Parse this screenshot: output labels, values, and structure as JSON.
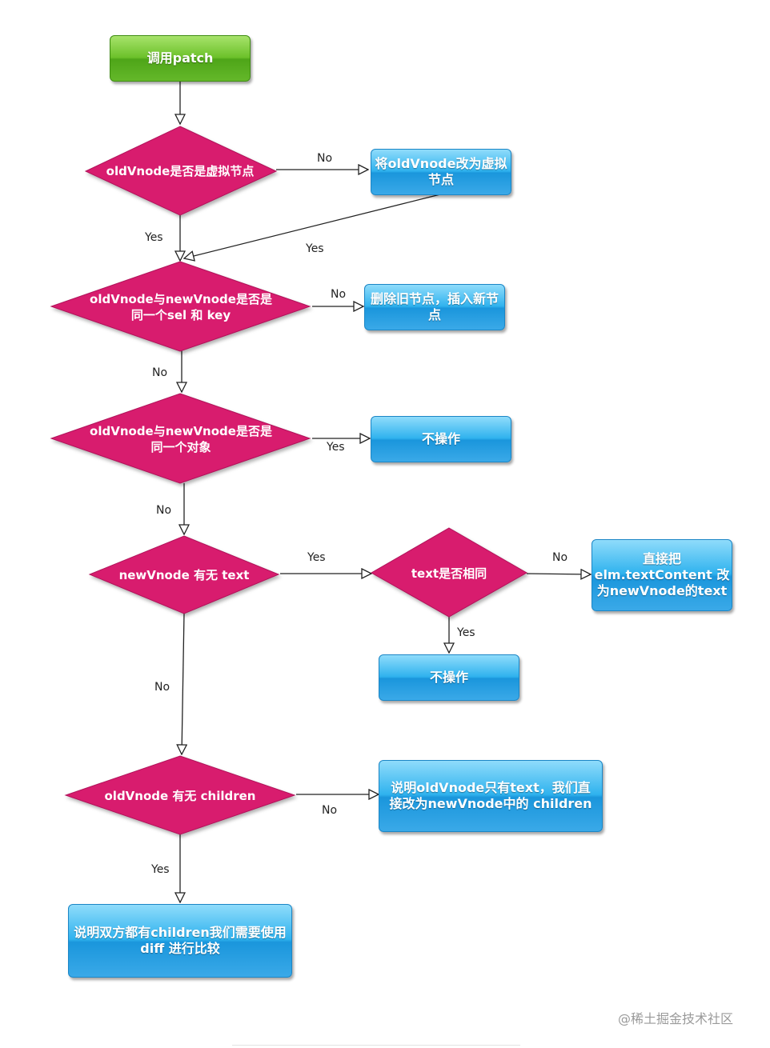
{
  "nodes": {
    "start": "调用patch",
    "d1": "oldVnode是否是虚拟节点",
    "b1": "将oldVnode改为虚拟节点",
    "d2": "oldVnode与newVnode是否是同一个sel 和 key",
    "b2": "删除旧节点，插入新节点",
    "d3": "oldVnode与newVnode是否是同一个对象",
    "b3": "不操作",
    "d4": "newVnode 有无 text",
    "d5": "text是否相同",
    "b4": "直接把elm.textContent 改为newVnode的text",
    "b5": "不操作",
    "d6": "oldVnode 有无 children",
    "b6": "说明oldVnode只有text，我们直接改为newVnode中的 children",
    "b7": "说明双方都有children我们需要使用diff 进行比较"
  },
  "edge_labels": {
    "d1_no": "No",
    "d1_yes": "Yes",
    "b1_yes": "Yes",
    "d2_no": "No",
    "d2_down": "No",
    "d3_yes": "Yes",
    "d3_no": "No",
    "d4_yes": "Yes",
    "d5_no": "No",
    "d5_yes": "Yes",
    "d4_no": "No",
    "d6_no": "No",
    "d6_yes": "Yes"
  },
  "watermark": "@稀土掘金技术社区",
  "colors": {
    "diamond": "#d81b6e",
    "box_blue": "#2fb2ee",
    "box_green": "#6cc12a",
    "arrow": "#222222"
  }
}
